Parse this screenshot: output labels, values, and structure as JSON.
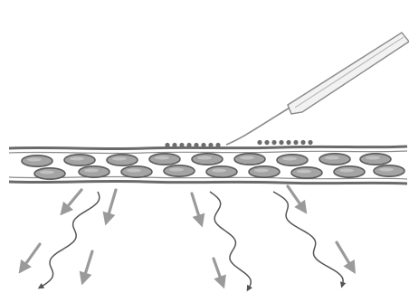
{
  "diagram": {
    "labels": [],
    "colors": {
      "background": "#ffffff",
      "vessel_wall": "#6a6a6a",
      "cell_fill": "#a4a4a4",
      "cell_stroke": "#5a5a5a",
      "cell_highlight": "#d8d8d8",
      "particle": "#6c6c6c",
      "needle_outline": "#8a8a8a",
      "needle_fill": "#f2f2f2",
      "arrow_straight": "#9a9a9a",
      "arrow_wavy": "#555555"
    },
    "elements": {
      "vessel": "vessel-tube",
      "cells": "oval-cells",
      "particles": "surface-particles",
      "instrument": "needle-probe",
      "arrows": [
        "straight-arrow",
        "wavy-arrow"
      ]
    }
  }
}
